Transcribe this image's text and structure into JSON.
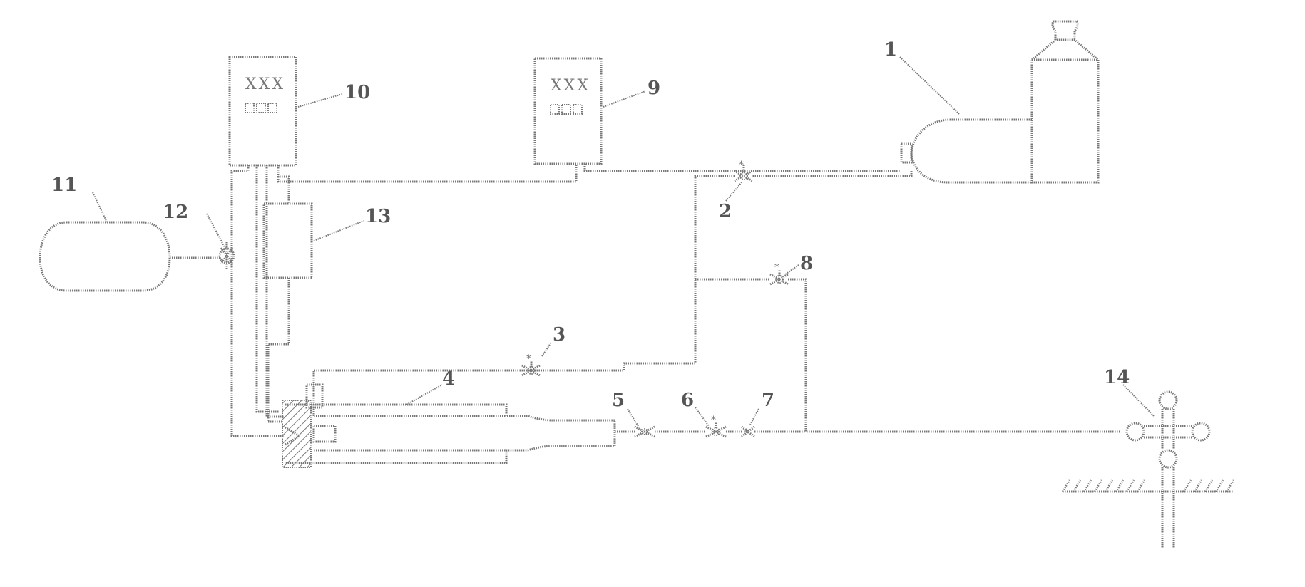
{
  "diagram": {
    "labels": {
      "n1": "1",
      "n2": "2",
      "n3": "3",
      "n4": "4",
      "n5": "5",
      "n6": "6",
      "n7": "7",
      "n8": "8",
      "n9": "9",
      "n10": "10",
      "n11": "11",
      "n12": "12",
      "n13": "13",
      "n14": "14"
    },
    "panel_10": {
      "display": "XXX",
      "buttons": "□□□"
    },
    "panel_9": {
      "display": "XXX",
      "buttons": "□□□"
    }
  }
}
